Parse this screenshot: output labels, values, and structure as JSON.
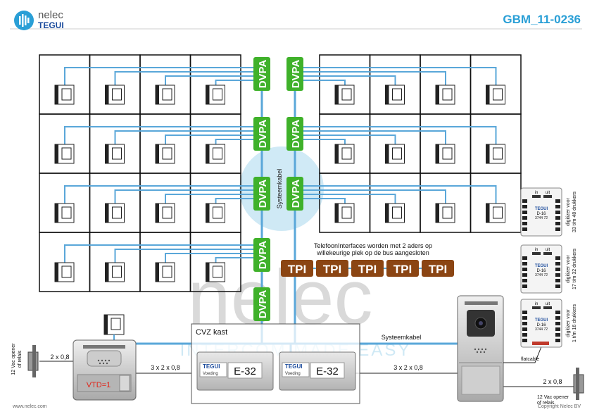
{
  "header": {
    "logo_text_top": "nelec",
    "logo_text_bottom": "TEGUI",
    "doc_code": "GBM_11-0236"
  },
  "watermark": {
    "word": "nelec",
    "tagline": "INTERCOM MADE EASY"
  },
  "labels": {
    "dvpa": "DVPA",
    "tpi": "TPI",
    "systeemkabel": "Systeemkabel",
    "tpi_note_line1": "TelefoonInterfaces worden met 2 aders op",
    "tpi_note_line2": "willekeurige plek op de bus aangesloten",
    "cvz_kast": "CVZ kast",
    "psu_brand": "TEGUI",
    "psu_sub": "Voeding",
    "psu_model": "E-32",
    "vtd": "VTD=1",
    "cable_left": "2 x 0,8",
    "cable_3x_left": "3 x 2 x 0,8",
    "cable_3x_right": "3 x 2 x 0,8",
    "cable_right": "2 x 0,8",
    "flatcable": "flatcable",
    "opener_left_1": "12 Vac opener",
    "opener_left_2": "of relais",
    "opener_right_1": "12 Vac opener",
    "opener_right_2": "of relais",
    "d16_in": "in",
    "d16_uit": "uit",
    "d16_brand": "TEGUI",
    "d16_name": "D-16",
    "d16_code": "3744 72"
  },
  "digitizers": [
    {
      "line1": "digitizer voor",
      "line2": "33 t/m 48 drukkers"
    },
    {
      "line1": "digitizer voor",
      "line2": "17 t/m 32 drukkers"
    },
    {
      "line1": "digitizer voor",
      "line2": "1 t/m 16 drukkers"
    }
  ],
  "footer": {
    "left": "www.nelec.com",
    "right": "Copyright Nelec BV"
  },
  "colors": {
    "bus": "#5aa7d9",
    "dvpa": "#3fb12a",
    "tpi": "#8b4513",
    "accent": "#2a9fd6",
    "vtd": "#e0261b"
  }
}
